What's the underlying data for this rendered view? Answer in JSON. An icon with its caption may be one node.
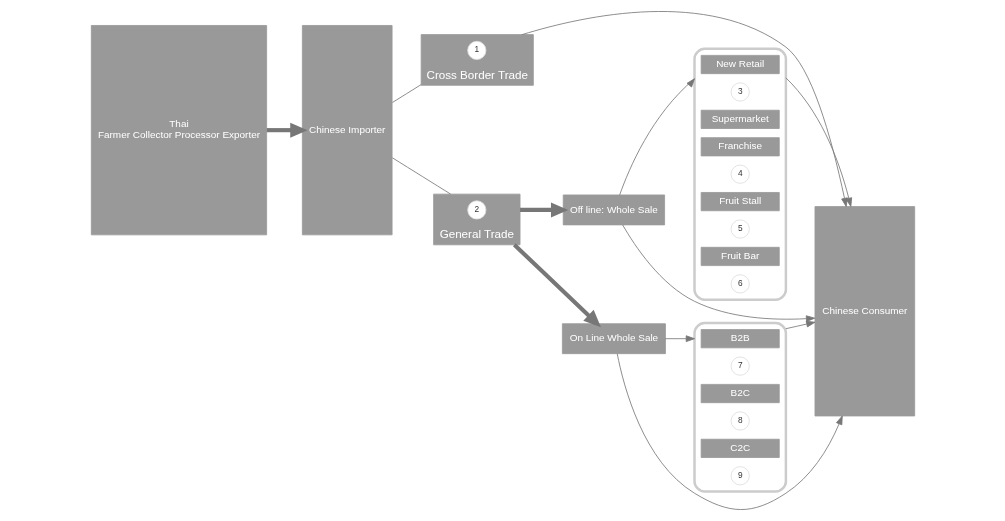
{
  "diagram": {
    "nodes": [
      {
        "text": [
          "Thai",
          "Farmer Collector Processor Exporter"
        ]
      },
      {
        "text": [
          "Chinese Importer"
        ]
      },
      {
        "text": [
          "Cross Border Trade"
        ]
      },
      {
        "text": [
          "1"
        ],
        "in": 2
      },
      {
        "text": [
          "General Trade"
        ]
      },
      {
        "text": [
          "2"
        ],
        "in": 4
      },
      {
        "text": [
          "Off line: Whole Sale"
        ]
      },
      {
        "text": [],
        "shape": "box"
      },
      {
        "text": [
          "New Retail"
        ],
        "in": 7
      },
      {
        "text": [
          "3"
        ],
        "in": 7
      },
      {
        "text": [
          "Supermarket"
        ],
        "in": 7
      },
      {
        "text": [
          "Franchise"
        ],
        "in": 7
      },
      {
        "text": [
          "4"
        ],
        "in": 7
      },
      {
        "text": [
          "Fruit Stall"
        ],
        "in": 7
      },
      {
        "text": [
          "5"
        ],
        "in": 7
      },
      {
        "text": [
          "Fruit Bar"
        ],
        "in": 7
      },
      {
        "text": [
          "6"
        ],
        "in": 7
      },
      {
        "text": [
          "On Line Whole Sale"
        ]
      },
      {
        "text": [],
        "shape": "box"
      },
      {
        "text": [
          "B2B"
        ],
        "in": 18
      },
      {
        "text": [
          "7"
        ],
        "in": 18
      },
      {
        "text": [
          "B2C"
        ],
        "in": 18
      },
      {
        "text": [
          "8"
        ],
        "in": 18
      },
      {
        "text": [
          "C2C"
        ],
        "in": 18
      },
      {
        "text": [
          "9"
        ],
        "in": 18
      },
      {
        "text": [
          "Chinese Consumer"
        ]
      }
    ],
    "edges": [
      {
        "from": 0,
        "to": 1,
        "arrow": "to",
        "style": "thick"
      },
      {
        "from": 1,
        "to": 2,
        "arrow": "none"
      },
      {
        "from": 1,
        "to": 4,
        "arrow": "none"
      },
      {
        "from": 2,
        "to": 25,
        "arrow": "to"
      },
      {
        "from": 4,
        "to": 6,
        "arrow": "to",
        "style": "thick"
      },
      {
        "from": 4,
        "to": 17,
        "arrow": "to",
        "style": "thick"
      },
      {
        "from": 6,
        "to": 25,
        "arrow": "to"
      },
      {
        "from": 6,
        "to": 7,
        "arrow": "to"
      },
      {
        "from": 7,
        "to": 25,
        "arrow": "to"
      },
      {
        "from": 17,
        "to": 18,
        "arrow": "to"
      },
      {
        "from": 18,
        "to": 25,
        "arrow": "to"
      },
      {
        "from": 17,
        "to": 25,
        "arrow": "to"
      }
    ]
  }
}
